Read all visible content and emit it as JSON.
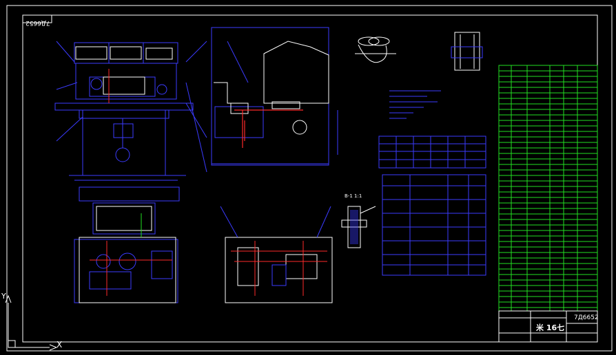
{
  "drawing": {
    "code_top": "7Д6652",
    "code_bottom": "7Д6652",
    "title": "米 16七",
    "section_label": "B-1 1:1",
    "axis_x": "X",
    "axis_y": "Y"
  },
  "colors": {
    "background": "#000000",
    "frame": "#ffffff",
    "linework": "#3b3bff",
    "accent": "#ff2a2a",
    "table_green": "#22e022",
    "yellow": "#ffff33",
    "cyan": "#22ffff"
  }
}
